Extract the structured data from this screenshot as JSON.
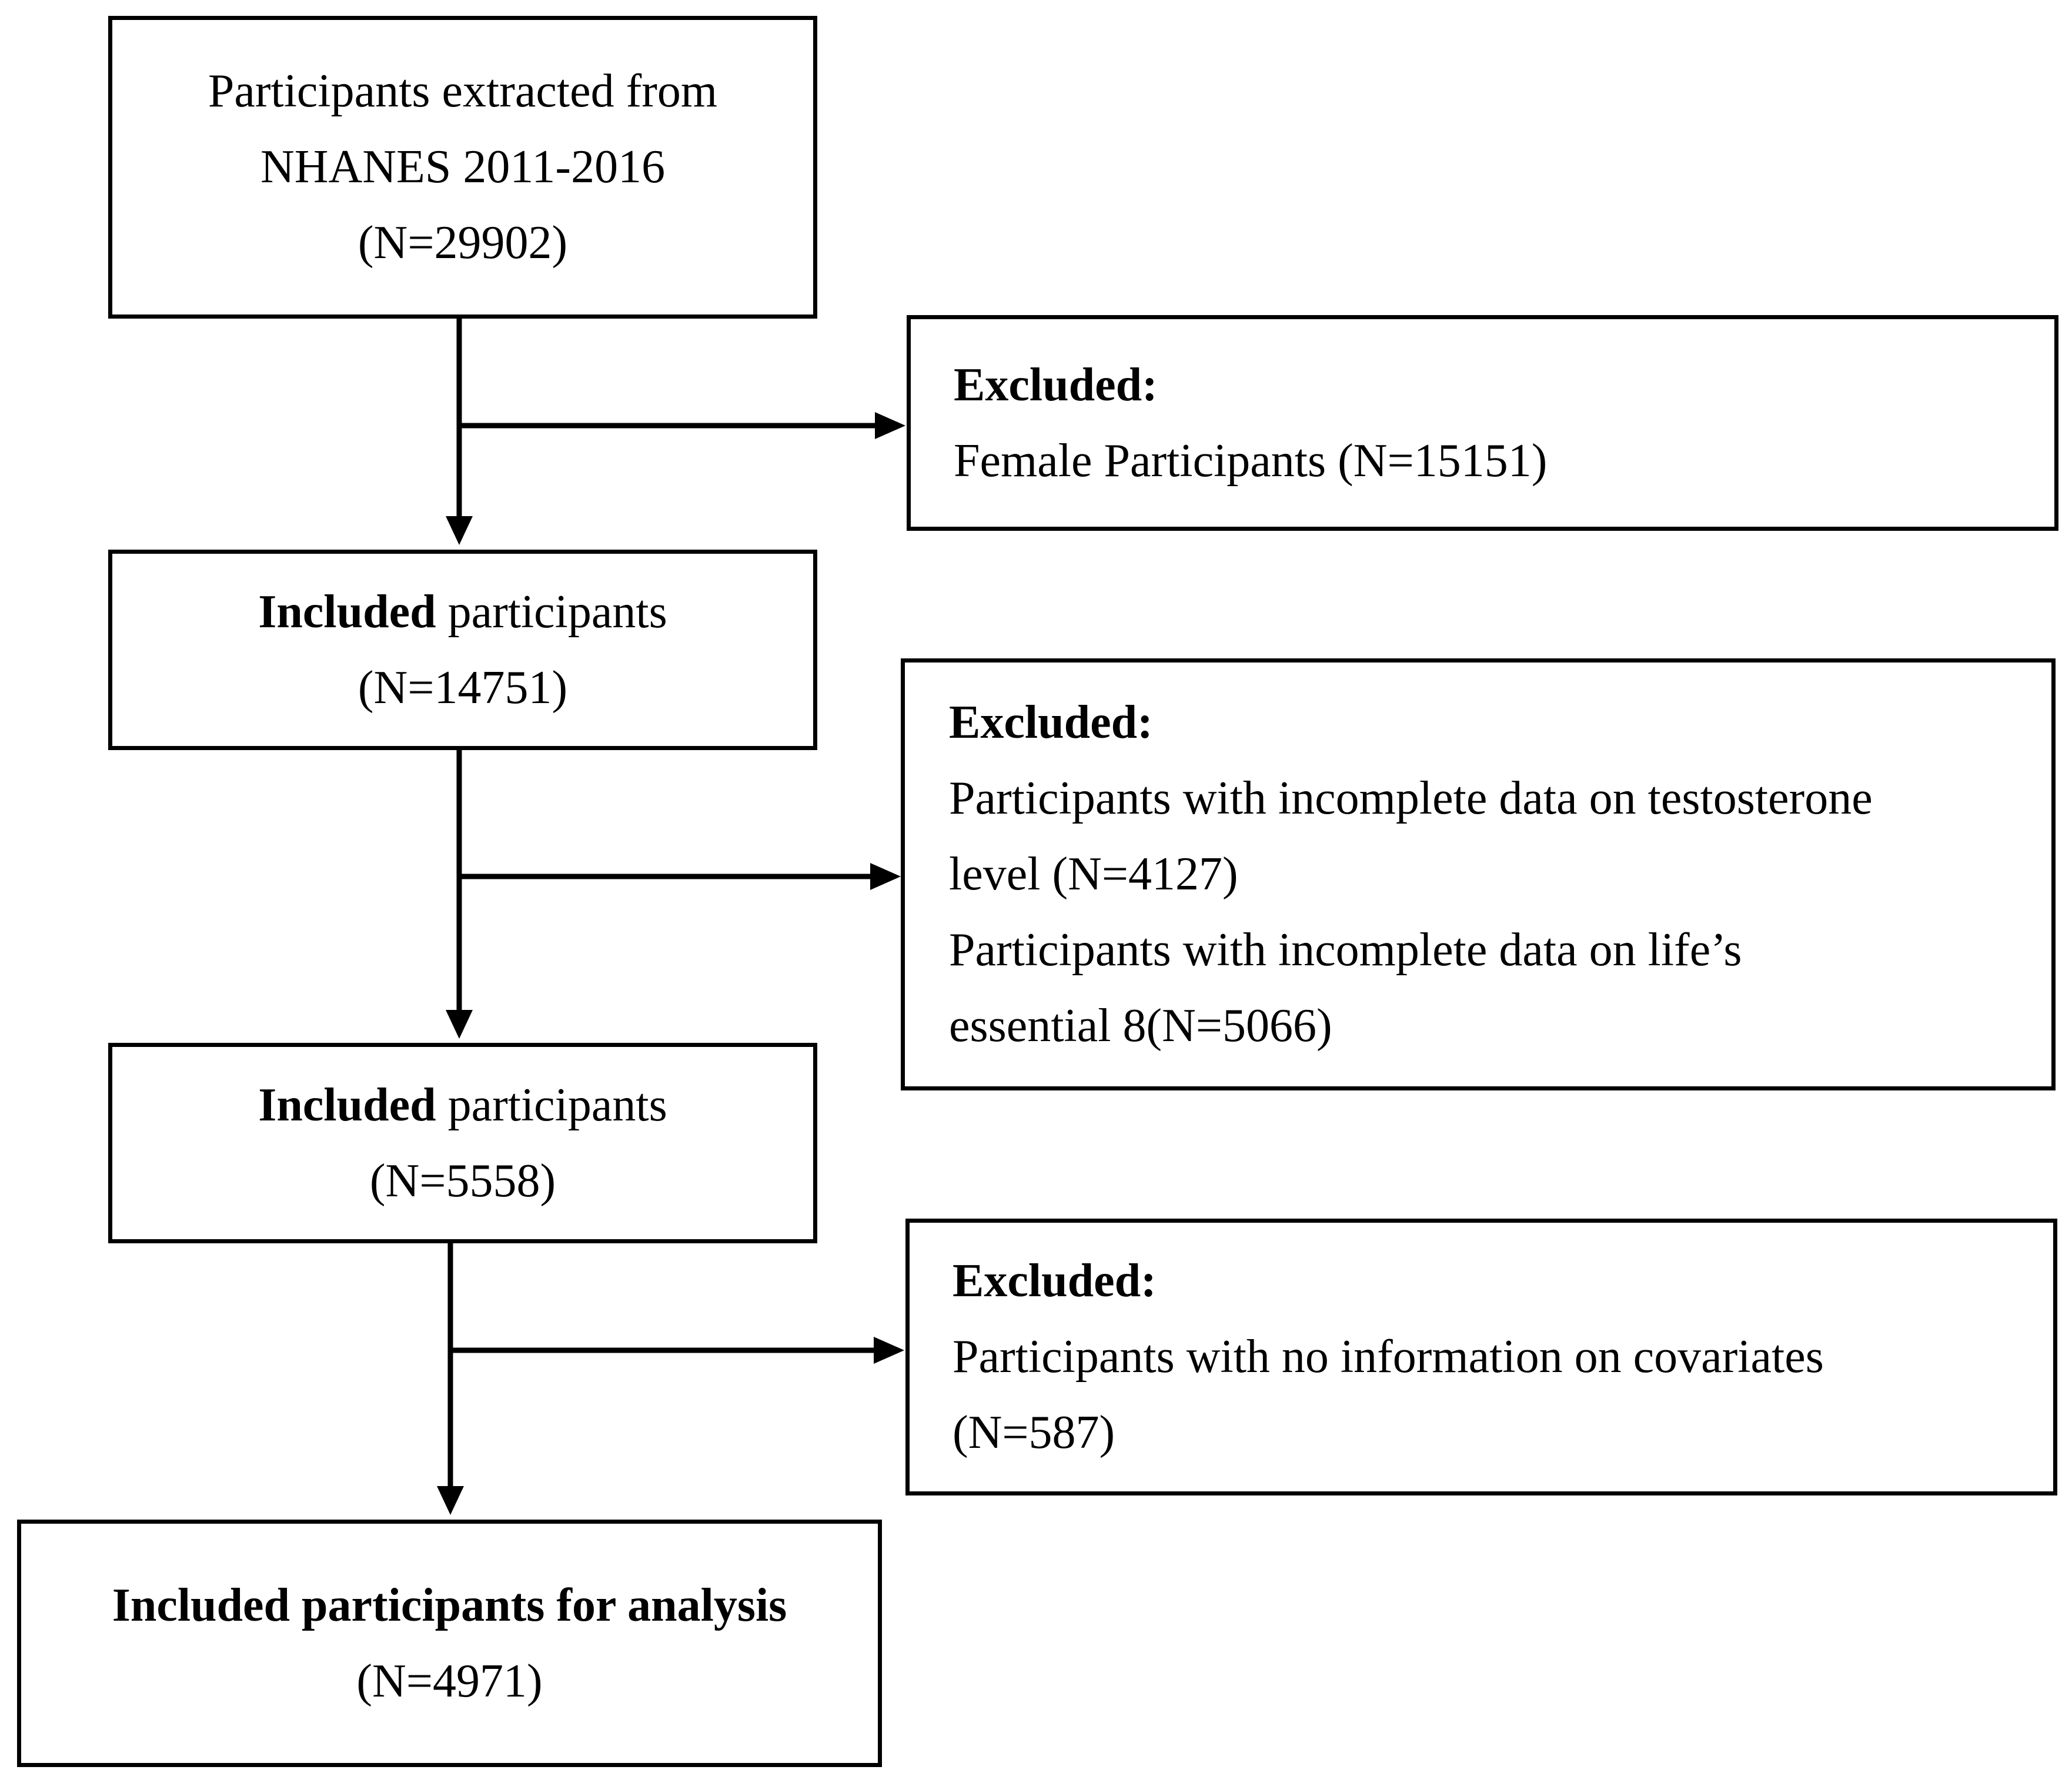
{
  "boxes": {
    "start": {
      "lines": [
        "Participants extracted from",
        "NHANES 2011-2016",
        "(N=29902)"
      ]
    },
    "included_1": {
      "bold": "Included",
      "rest": " participants",
      "count": "(N=14751)"
    },
    "included_2": {
      "bold": "Included",
      "rest": " participants",
      "count": "(N=5558)"
    },
    "final": {
      "title": "Included participants for analysis",
      "count": "(N=4971)"
    }
  },
  "exclusions": [
    {
      "heading": "Excluded:",
      "lines": [
        "Female Participants (N=15151)"
      ]
    },
    {
      "heading": "Excluded:",
      "lines": [
        "Participants with incomplete data on testosterone",
        "level (N=4127)",
        "Participants with incomplete data on life’s",
        "essential 8(N=5066)"
      ]
    },
    {
      "heading": "Excluded:",
      "lines": [
        "Participants with no information on covariates",
        "(N=587)"
      ]
    }
  ],
  "colors": {
    "stroke": "#000000",
    "background": "#ffffff"
  }
}
